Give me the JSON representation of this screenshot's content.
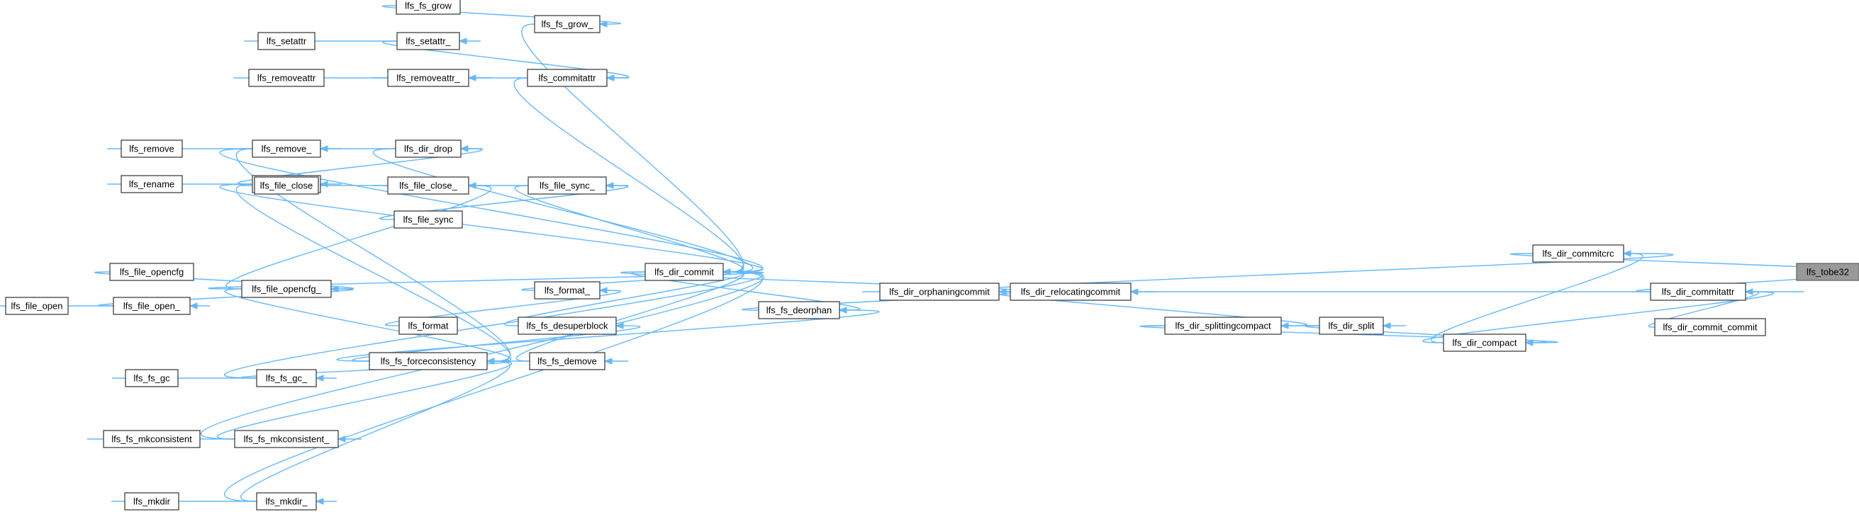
{
  "graph": {
    "title": "",
    "root": "lfs_tobe32",
    "edge_color": "#63b8ff",
    "node_border_color": "#404040",
    "root_fill_color": "#999999",
    "nodes": [
      {
        "id": "lfs_tobe32",
        "label": "lfs_tobe32"
      },
      {
        "id": "lfs_dir_commitcrc",
        "label": "lfs_dir_commitcrc"
      },
      {
        "id": "lfs_dir_commitattr",
        "label": "lfs_dir_commitattr"
      },
      {
        "id": "lfs_dir_commit_commit",
        "label": "lfs_dir_commit_commit"
      },
      {
        "id": "lfs_dir_relocatingcommit",
        "label": "lfs_dir_relocatingcommit"
      },
      {
        "id": "lfs_dir_compact",
        "label": "lfs_dir_compact"
      },
      {
        "id": "lfs_dir_split",
        "label": "lfs_dir_split"
      },
      {
        "id": "lfs_dir_splittingcompact",
        "label": "lfs_dir_splittingcompact"
      },
      {
        "id": "lfs_dir_orphaningcommit",
        "label": "lfs_dir_orphaningcommit"
      },
      {
        "id": "lfs_fs_deorphan",
        "label": "lfs_fs_deorphan"
      },
      {
        "id": "lfs_dir_commit",
        "label": "lfs_dir_commit"
      },
      {
        "id": "lfs_fs_grow_",
        "label": "lfs_fs_grow_"
      },
      {
        "id": "lfs_fs_grow",
        "label": "lfs_fs_grow"
      },
      {
        "id": "lfs_commitattr",
        "label": "lfs_commitattr"
      },
      {
        "id": "lfs_setattr_",
        "label": "lfs_setattr_"
      },
      {
        "id": "lfs_setattr",
        "label": "lfs_setattr"
      },
      {
        "id": "lfs_removeattr_",
        "label": "lfs_removeattr_"
      },
      {
        "id": "lfs_removeattr",
        "label": "lfs_removeattr"
      },
      {
        "id": "lfs_dir_drop",
        "label": "lfs_dir_drop"
      },
      {
        "id": "lfs_remove_",
        "label": "lfs_remove_"
      },
      {
        "id": "lfs_remove",
        "label": "lfs_remove"
      },
      {
        "id": "lfs_rename_",
        "label": "lfs_rename_"
      },
      {
        "id": "lfs_rename",
        "label": "lfs_rename"
      },
      {
        "id": "lfs_file_sync_",
        "label": "lfs_file_sync_"
      },
      {
        "id": "lfs_file_close_",
        "label": "lfs_file_close_"
      },
      {
        "id": "lfs_file_close",
        "label": "lfs_file_close"
      },
      {
        "id": "lfs_file_sync",
        "label": "lfs_file_sync"
      },
      {
        "id": "lfs_file_opencfg_",
        "label": "lfs_file_opencfg_"
      },
      {
        "id": "lfs_file_opencfg",
        "label": "lfs_file_opencfg"
      },
      {
        "id": "lfs_file_open_",
        "label": "lfs_file_open_"
      },
      {
        "id": "lfs_file_open",
        "label": "lfs_file_open"
      },
      {
        "id": "lfs_format_",
        "label": "lfs_format_"
      },
      {
        "id": "lfs_format",
        "label": "lfs_format"
      },
      {
        "id": "lfs_fs_desuperblock",
        "label": "lfs_fs_desuperblock"
      },
      {
        "id": "lfs_fs_demove",
        "label": "lfs_fs_demove"
      },
      {
        "id": "lfs_fs_forceconsistency",
        "label": "lfs_fs_forceconsistency"
      },
      {
        "id": "lfs_fs_gc_",
        "label": "lfs_fs_gc_"
      },
      {
        "id": "lfs_fs_gc",
        "label": "lfs_fs_gc"
      },
      {
        "id": "lfs_fs_mkconsistent_",
        "label": "lfs_fs_mkconsistent_"
      },
      {
        "id": "lfs_fs_mkconsistent",
        "label": "lfs_fs_mkconsistent"
      },
      {
        "id": "lfs_mkdir_",
        "label": "lfs_mkdir_"
      },
      {
        "id": "lfs_mkdir",
        "label": "lfs_mkdir"
      }
    ],
    "edges": [
      {
        "from": "lfs_dir_commitcrc",
        "to": "lfs_tobe32"
      },
      {
        "from": "lfs_dir_commitattr",
        "to": "lfs_tobe32"
      },
      {
        "from": "lfs_dir_relocatingcommit",
        "to": "lfs_dir_commitcrc"
      },
      {
        "from": "lfs_dir_compact",
        "to": "lfs_dir_commitcrc"
      },
      {
        "from": "lfs_dir_relocatingcommit",
        "to": "lfs_dir_commitattr"
      },
      {
        "from": "lfs_dir_commit_commit",
        "to": "lfs_dir_commitattr"
      },
      {
        "from": "lfs_dir_compact",
        "to": "lfs_dir_commitattr"
      },
      {
        "from": "lfs_dir_orphaningcommit",
        "to": "lfs_dir_relocatingcommit"
      },
      {
        "from": "lfs_dir_split",
        "to": "lfs_dir_compact"
      },
      {
        "from": "lfs_dir_splittingcompact",
        "to": "lfs_dir_compact"
      },
      {
        "from": "lfs_dir_splittingcompact",
        "to": "lfs_dir_split"
      },
      {
        "from": "lfs_dir_relocatingcommit",
        "to": "lfs_dir_splittingcompact"
      },
      {
        "from": "lfs_dir_commit",
        "to": "lfs_dir_orphaningcommit"
      },
      {
        "from": "lfs_fs_deorphan",
        "to": "lfs_dir_orphaningcommit"
      },
      {
        "from": "lfs_dir_commit",
        "to": "lfs_fs_deorphan"
      },
      {
        "from": "lfs_fs_forceconsistency",
        "to": "lfs_fs_deorphan"
      },
      {
        "from": "lfs_fs_grow_",
        "to": "lfs_dir_commit"
      },
      {
        "from": "lfs_commitattr",
        "to": "lfs_dir_commit"
      },
      {
        "from": "lfs_remove_",
        "to": "lfs_dir_commit"
      },
      {
        "from": "lfs_dir_drop",
        "to": "lfs_dir_commit"
      },
      {
        "from": "lfs_rename_",
        "to": "lfs_dir_commit"
      },
      {
        "from": "lfs_file_sync_",
        "to": "lfs_dir_commit"
      },
      {
        "from": "lfs_file_opencfg_",
        "to": "lfs_dir_commit"
      },
      {
        "from": "lfs_format_",
        "to": "lfs_dir_commit"
      },
      {
        "from": "lfs_fs_desuperblock",
        "to": "lfs_dir_commit"
      },
      {
        "from": "lfs_fs_demove",
        "to": "lfs_dir_commit"
      },
      {
        "from": "lfs_fs_gc_",
        "to": "lfs_dir_commit"
      },
      {
        "from": "lfs_fs_mkconsistent_",
        "to": "lfs_dir_commit"
      },
      {
        "from": "lfs_mkdir_",
        "to": "lfs_dir_commit"
      },
      {
        "from": "lfs_fs_grow",
        "to": "lfs_fs_grow_"
      },
      {
        "from": "lfs_setattr_",
        "to": "lfs_commitattr"
      },
      {
        "from": "lfs_removeattr_",
        "to": "lfs_commitattr"
      },
      {
        "from": "lfs_setattr",
        "to": "lfs_setattr_"
      },
      {
        "from": "lfs_removeattr",
        "to": "lfs_removeattr_"
      },
      {
        "from": "lfs_remove_",
        "to": "lfs_dir_drop"
      },
      {
        "from": "lfs_rename_",
        "to": "lfs_dir_drop"
      },
      {
        "from": "lfs_remove",
        "to": "lfs_remove_"
      },
      {
        "from": "lfs_rename",
        "to": "lfs_rename_"
      },
      {
        "from": "lfs_file_close_",
        "to": "lfs_file_sync_"
      },
      {
        "from": "lfs_file_sync",
        "to": "lfs_file_sync_"
      },
      {
        "from": "lfs_file_close",
        "to": "lfs_file_close_"
      },
      {
        "from": "lfs_file_opencfg_",
        "to": "lfs_file_close_"
      },
      {
        "from": "lfs_file_opencfg",
        "to": "lfs_file_opencfg_"
      },
      {
        "from": "lfs_file_open_",
        "to": "lfs_file_opencfg_"
      },
      {
        "from": "lfs_file_open",
        "to": "lfs_file_open_"
      },
      {
        "from": "lfs_format",
        "to": "lfs_format_"
      },
      {
        "from": "lfs_fs_forceconsistency",
        "to": "lfs_fs_desuperblock"
      },
      {
        "from": "lfs_fs_forceconsistency",
        "to": "lfs_fs_demove"
      },
      {
        "from": "lfs_remove_",
        "to": "lfs_fs_forceconsistency"
      },
      {
        "from": "lfs_rename_",
        "to": "lfs_fs_forceconsistency"
      },
      {
        "from": "lfs_file_opencfg_",
        "to": "lfs_fs_forceconsistency"
      },
      {
        "from": "lfs_fs_gc_",
        "to": "lfs_fs_forceconsistency"
      },
      {
        "from": "lfs_fs_mkconsistent_",
        "to": "lfs_fs_forceconsistency"
      },
      {
        "from": "lfs_mkdir_",
        "to": "lfs_fs_forceconsistency"
      },
      {
        "from": "lfs_fs_gc",
        "to": "lfs_fs_gc_"
      },
      {
        "from": "lfs_fs_mkconsistent",
        "to": "lfs_fs_mkconsistent_"
      },
      {
        "from": "lfs_mkdir",
        "to": "lfs_mkdir_"
      }
    ]
  }
}
